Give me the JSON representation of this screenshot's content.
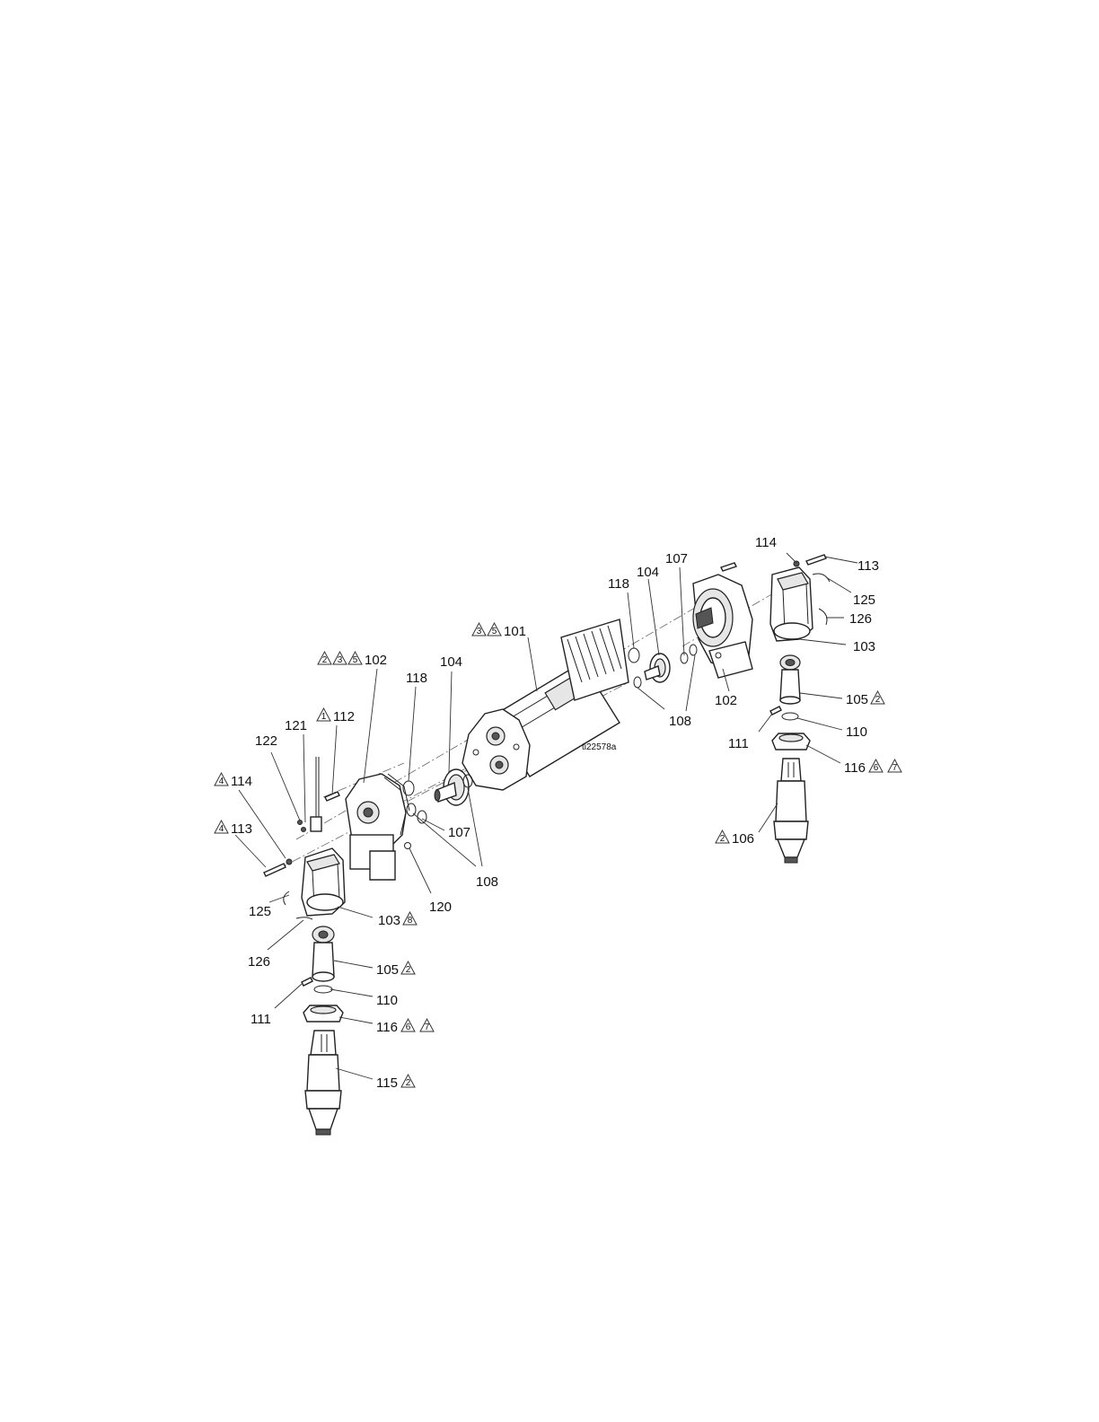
{
  "figure_id": "ti22578a",
  "callouts": [
    {
      "num": "113",
      "flags": []
    },
    {
      "num": "114",
      "flags": []
    },
    {
      "num": "125",
      "flags": []
    },
    {
      "num": "126",
      "flags": []
    },
    {
      "num": "103",
      "flags": []
    },
    {
      "num": "107",
      "flags": []
    },
    {
      "num": "104",
      "flags": []
    },
    {
      "num": "118",
      "flags": []
    },
    {
      "num": "101",
      "flags": [
        "3",
        "5"
      ]
    },
    {
      "num": "102",
      "flags": [
        "2",
        "3",
        "5"
      ]
    },
    {
      "num": "118",
      "flags": []
    },
    {
      "num": "104",
      "flags": []
    },
    {
      "num": "102",
      "flags": []
    },
    {
      "num": "108",
      "flags": []
    },
    {
      "num": "105",
      "flags": [
        "2"
      ]
    },
    {
      "num": "110",
      "flags": []
    },
    {
      "num": "111",
      "flags": []
    },
    {
      "num": "116",
      "flags": [
        "6",
        "7"
      ]
    },
    {
      "num": "106",
      "flags": [
        "2"
      ]
    },
    {
      "num": "112",
      "flags": [
        "1"
      ]
    },
    {
      "num": "121",
      "flags": []
    },
    {
      "num": "122",
      "flags": []
    },
    {
      "num": "114",
      "flags": [
        "4"
      ]
    },
    {
      "num": "113",
      "flags": [
        "4"
      ]
    },
    {
      "num": "107",
      "flags": []
    },
    {
      "num": "108",
      "flags": []
    },
    {
      "num": "120",
      "flags": []
    },
    {
      "num": "125",
      "flags": []
    },
    {
      "num": "103",
      "flags": [
        "8"
      ]
    },
    {
      "num": "126",
      "flags": []
    },
    {
      "num": "105",
      "flags": [
        "2"
      ]
    },
    {
      "num": "110",
      "flags": []
    },
    {
      "num": "111",
      "flags": []
    },
    {
      "num": "116",
      "flags": [
        "6",
        "7"
      ]
    },
    {
      "num": "115",
      "flags": [
        "2"
      ]
    }
  ]
}
